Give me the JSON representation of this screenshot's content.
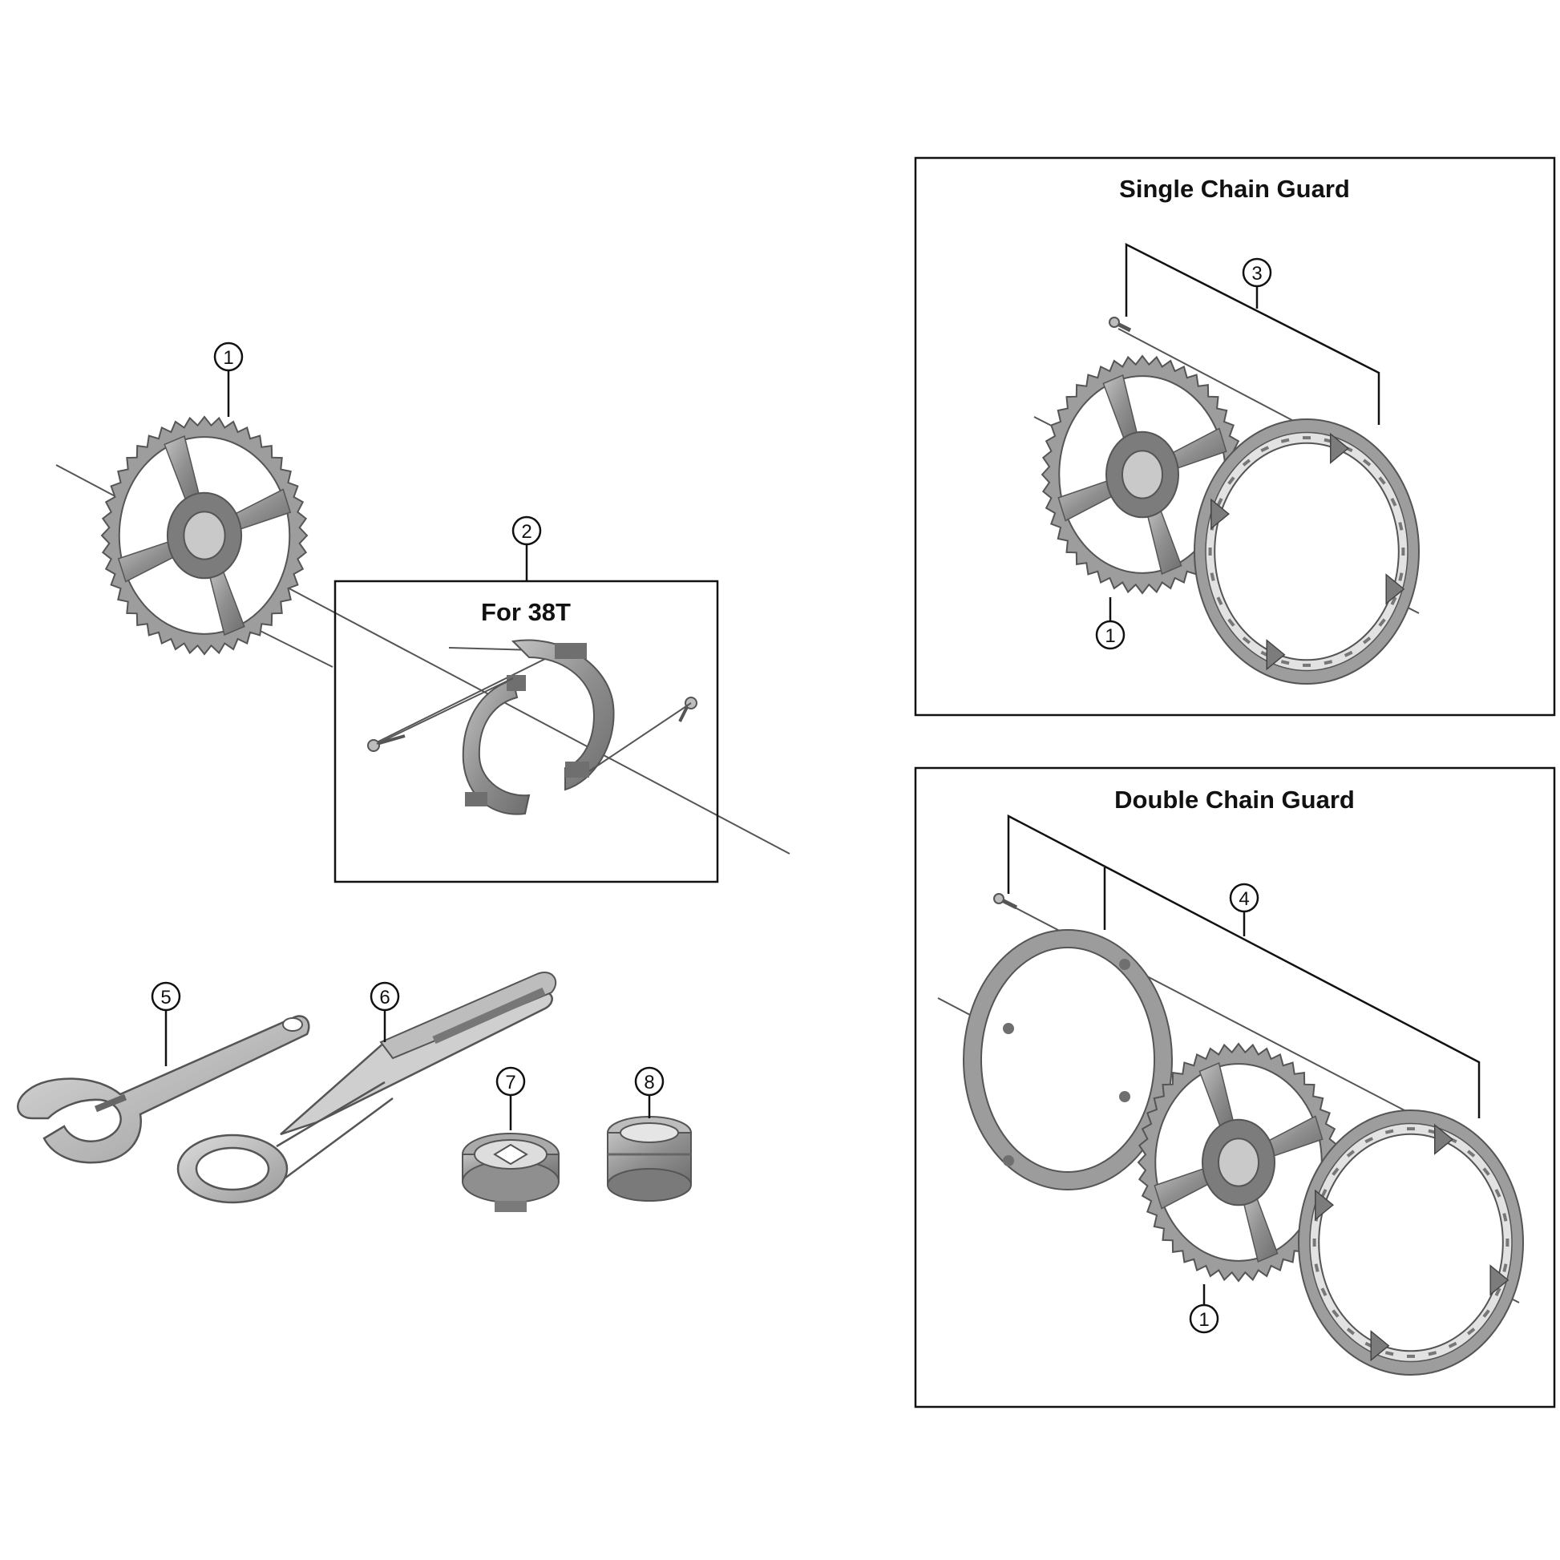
{
  "diagram": {
    "panels": {
      "for_38t": {
        "title": "For 38T"
      },
      "single_chain_guard": {
        "title": "Single Chain Guard"
      },
      "double_chain_guard": {
        "title": "Double Chain Guard"
      }
    },
    "callouts": {
      "main_chainring": "1",
      "adapter_38t": "2",
      "single_guard_set": "3",
      "single_chainring": "1",
      "double_guard_set": "4",
      "double_chainring": "1",
      "bb_wrench": "5",
      "crank_wrench": "6",
      "lockring_tool": "7",
      "bb_adapter_tool": "8"
    }
  },
  "colors": {
    "part_dark": "#7c7c7c",
    "part_mid": "#9d9d9d",
    "part_light": "#c9c9c9",
    "line": "#111111"
  }
}
